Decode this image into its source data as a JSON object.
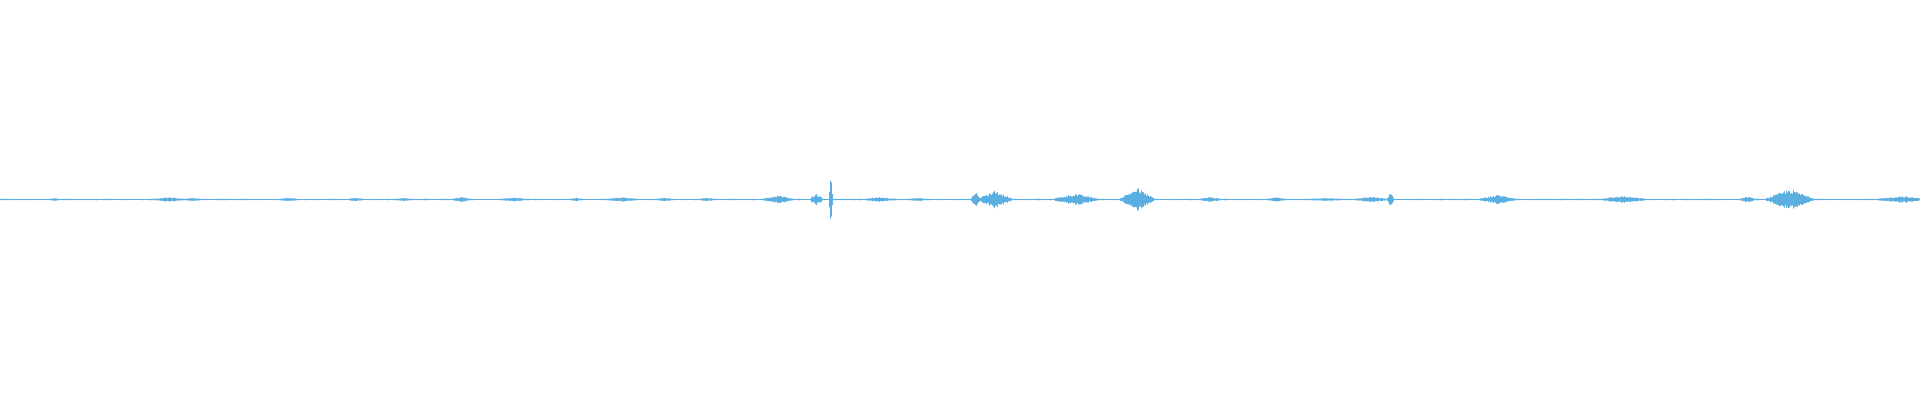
{
  "waveform": {
    "color": "#5aaee0",
    "baseline_color": "#5aaee0",
    "duration_fraction": 1.0,
    "amplitude_max": 1.0,
    "bursts": [
      {
        "t": 0.028,
        "w": 0.006,
        "a": 0.05
      },
      {
        "t": 0.088,
        "w": 0.012,
        "a": 0.08
      },
      {
        "t": 0.1,
        "w": 0.008,
        "a": 0.06
      },
      {
        "t": 0.15,
        "w": 0.01,
        "a": 0.06
      },
      {
        "t": 0.185,
        "w": 0.006,
        "a": 0.07
      },
      {
        "t": 0.21,
        "w": 0.01,
        "a": 0.05
      },
      {
        "t": 0.24,
        "w": 0.006,
        "a": 0.09
      },
      {
        "t": 0.268,
        "w": 0.012,
        "a": 0.07
      },
      {
        "t": 0.3,
        "w": 0.006,
        "a": 0.06
      },
      {
        "t": 0.324,
        "w": 0.012,
        "a": 0.08
      },
      {
        "t": 0.346,
        "w": 0.006,
        "a": 0.07
      },
      {
        "t": 0.368,
        "w": 0.008,
        "a": 0.06
      },
      {
        "t": 0.405,
        "w": 0.01,
        "a": 0.14
      },
      {
        "t": 0.425,
        "w": 0.004,
        "a": 0.22
      },
      {
        "t": 0.4325,
        "w": 0.0012,
        "a": 1.0
      },
      {
        "t": 0.458,
        "w": 0.012,
        "a": 0.09
      },
      {
        "t": 0.478,
        "w": 0.008,
        "a": 0.06
      },
      {
        "t": 0.508,
        "w": 0.003,
        "a": 0.28
      },
      {
        "t": 0.518,
        "w": 0.01,
        "a": 0.32
      },
      {
        "t": 0.56,
        "w": 0.014,
        "a": 0.2
      },
      {
        "t": 0.592,
        "w": 0.01,
        "a": 0.4
      },
      {
        "t": 0.63,
        "w": 0.008,
        "a": 0.09
      },
      {
        "t": 0.665,
        "w": 0.008,
        "a": 0.08
      },
      {
        "t": 0.69,
        "w": 0.014,
        "a": 0.06
      },
      {
        "t": 0.714,
        "w": 0.012,
        "a": 0.1
      },
      {
        "t": 0.724,
        "w": 0.002,
        "a": 0.28
      },
      {
        "t": 0.78,
        "w": 0.012,
        "a": 0.16
      },
      {
        "t": 0.845,
        "w": 0.016,
        "a": 0.12
      },
      {
        "t": 0.91,
        "w": 0.006,
        "a": 0.1
      },
      {
        "t": 0.932,
        "w": 0.014,
        "a": 0.36
      },
      {
        "t": 0.99,
        "w": 0.016,
        "a": 0.12
      }
    ]
  }
}
